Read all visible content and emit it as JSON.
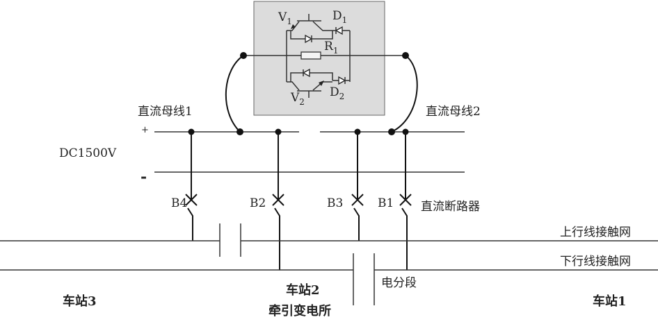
{
  "module": {
    "v1": {
      "letter": "V",
      "sub": "1"
    },
    "v2": {
      "letter": "V",
      "sub": "2"
    },
    "d1": {
      "letter": "D",
      "sub": "1"
    },
    "d2": {
      "letter": "D",
      "sub": "2"
    },
    "r1": {
      "letter": "R",
      "sub": "1"
    },
    "background": "#dcdcdc"
  },
  "bus": {
    "bus1": "直流母线1",
    "bus2": "直流母线2",
    "plus": "+",
    "minus": "-",
    "voltage": "DC1500V"
  },
  "breakers": {
    "b4": "B4",
    "b2": "B2",
    "b3": "B3",
    "b1": "B1",
    "caption": "直流断路器"
  },
  "lines": {
    "up": "上行线接触网",
    "down": "下行线接触网",
    "section": "电分段"
  },
  "stations": {
    "s3": "车站3",
    "s2": "车站2",
    "s2_sub": "牵引变电所",
    "s1": "车站1"
  }
}
